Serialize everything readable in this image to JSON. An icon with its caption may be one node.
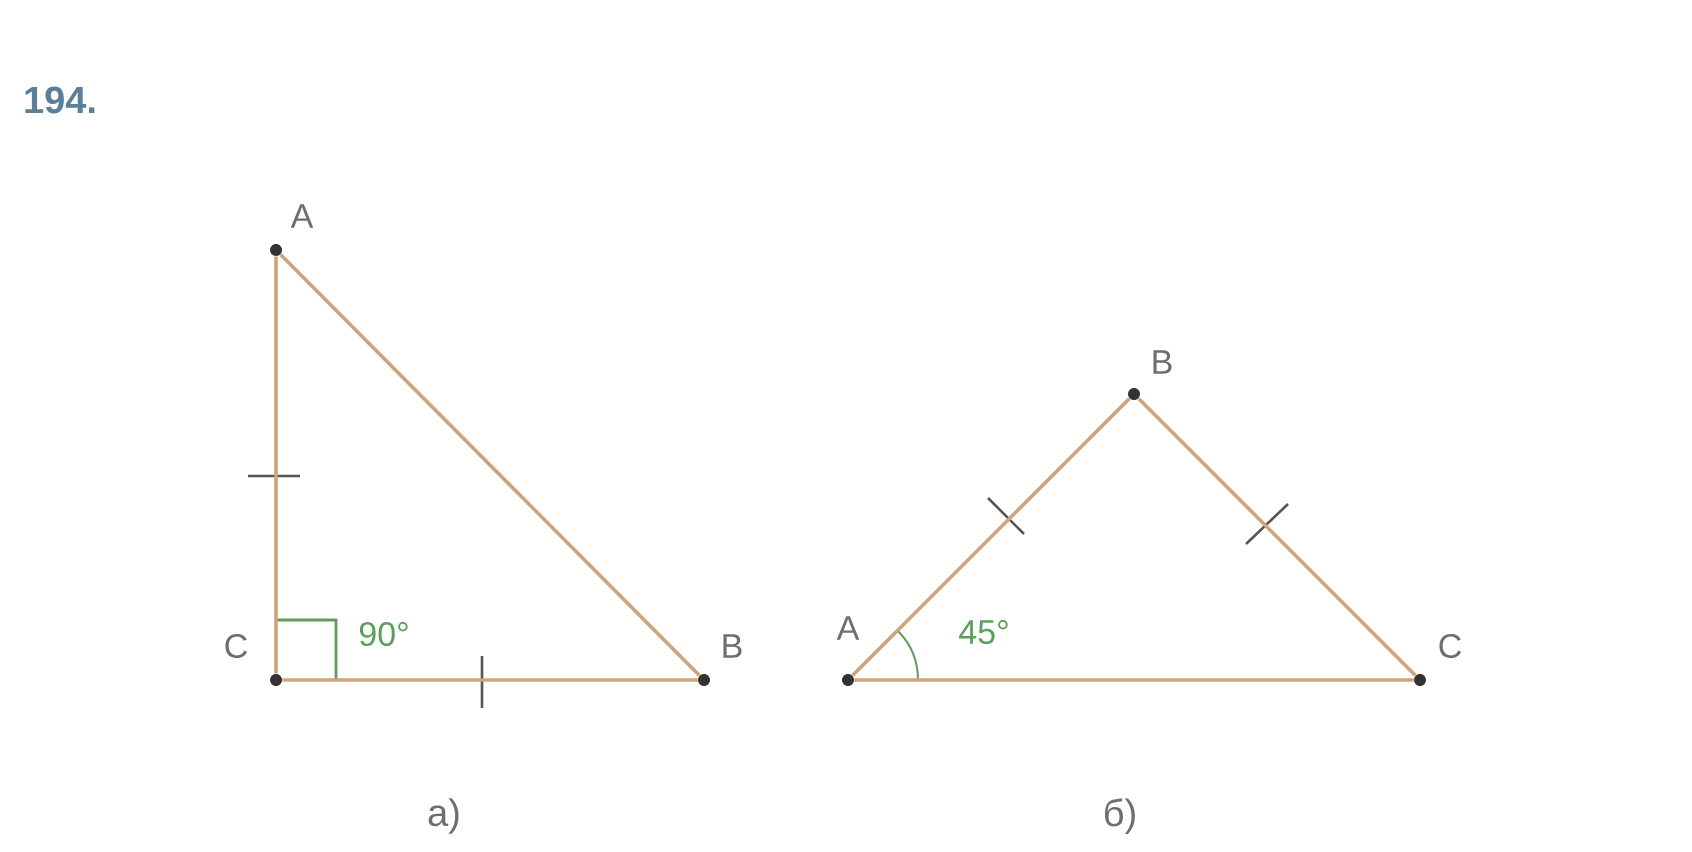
{
  "diagram": {
    "nodes": [
      {
        "text": [
          "A"
        ]
      },
      {
        "text": [
          "C"
        ]
      },
      {
        "text": [
          "B"
        ]
      },
      {
        "text": [
          "A"
        ]
      },
      {
        "text": [
          "B"
        ]
      },
      {
        "text": [
          "C"
        ]
      }
    ],
    "edges": [
      {
        "from": 0,
        "to": 1,
        "arrow": "none"
      },
      {
        "from": 1,
        "to": 2,
        "arrow": "none"
      },
      {
        "from": 0,
        "to": 2,
        "arrow": "none"
      },
      {
        "from": 3,
        "to": 4,
        "arrow": "none"
      },
      {
        "from": 4,
        "to": 5,
        "arrow": "none"
      },
      {
        "from": 3,
        "to": 5,
        "arrow": "none"
      }
    ],
    "labels": [
      "194.",
      "90°",
      "45°",
      "а)",
      "б)"
    ]
  }
}
